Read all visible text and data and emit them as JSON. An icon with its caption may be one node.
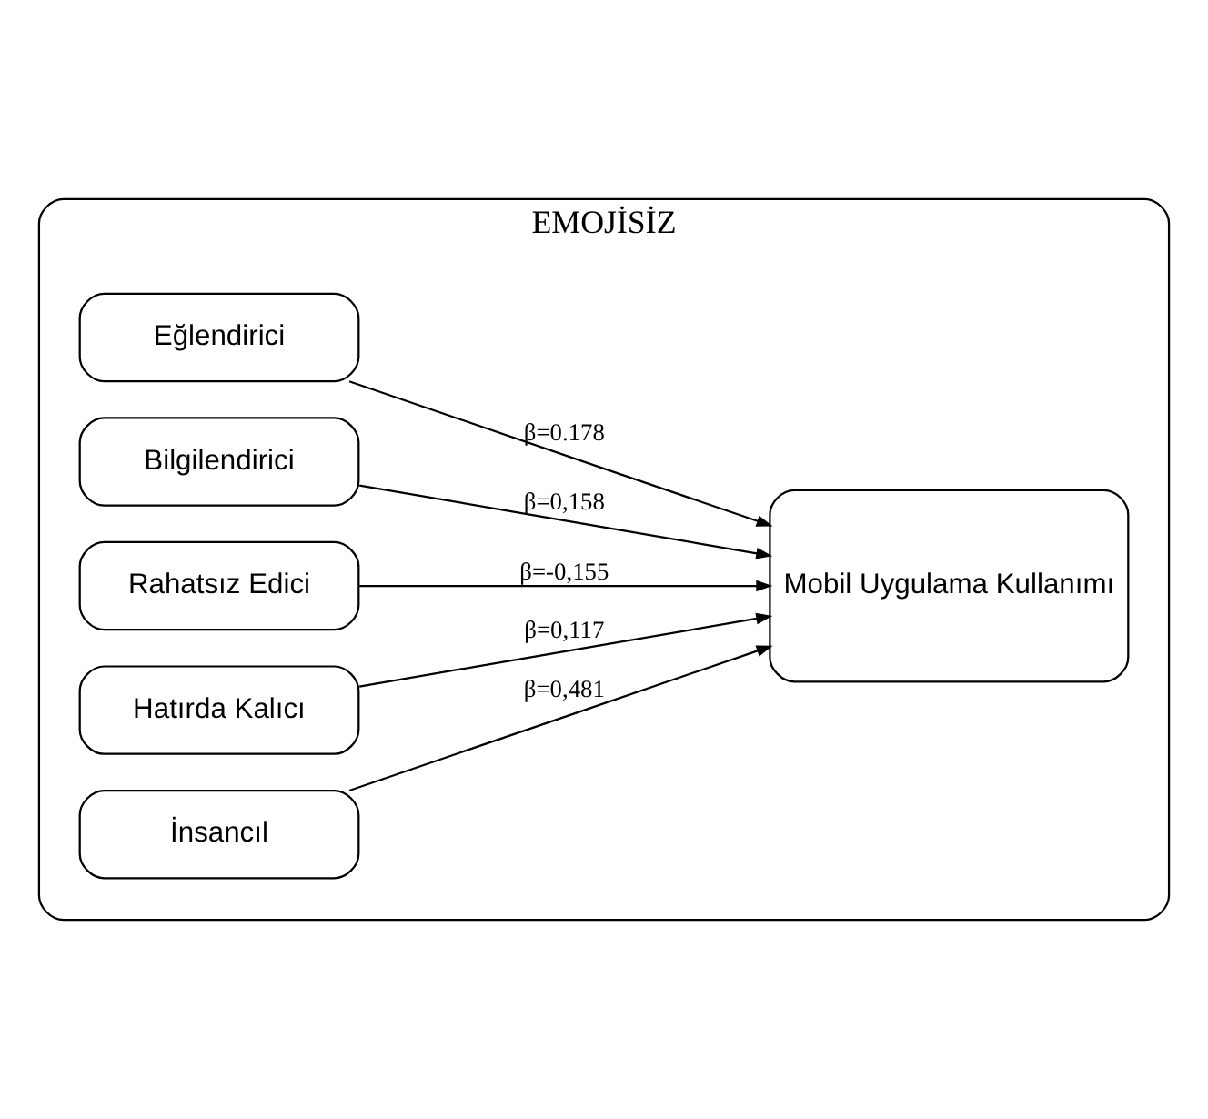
{
  "diagram": {
    "nodes": [
      {
        "text": [
          "EMOJİSİZ"
        ]
      },
      {
        "text": [
          "Eğlendirici"
        ],
        "in": 0
      },
      {
        "text": [
          "Bilgilendirici"
        ],
        "in": 0
      },
      {
        "text": [
          "Rahatsız Edici"
        ],
        "in": 0
      },
      {
        "text": [
          "Hatırda Kalıcı"
        ],
        "in": 0
      },
      {
        "text": [
          "İnsancıl"
        ],
        "in": 0
      },
      {
        "text": [
          "Mobil Uygulama Kullanımı"
        ],
        "in": 0
      }
    ],
    "edges": [
      {
        "from": 1,
        "to": 6,
        "arrow": "to",
        "label": "β=0.178"
      },
      {
        "from": 2,
        "to": 6,
        "arrow": "to",
        "label": "β=0,158"
      },
      {
        "from": 3,
        "to": 6,
        "arrow": "to",
        "label": "β=-0,155"
      },
      {
        "from": 4,
        "to": 6,
        "arrow": "to",
        "label": "β=0,117"
      },
      {
        "from": 5,
        "to": 6,
        "arrow": "to",
        "label": "β=0,481"
      }
    ]
  }
}
